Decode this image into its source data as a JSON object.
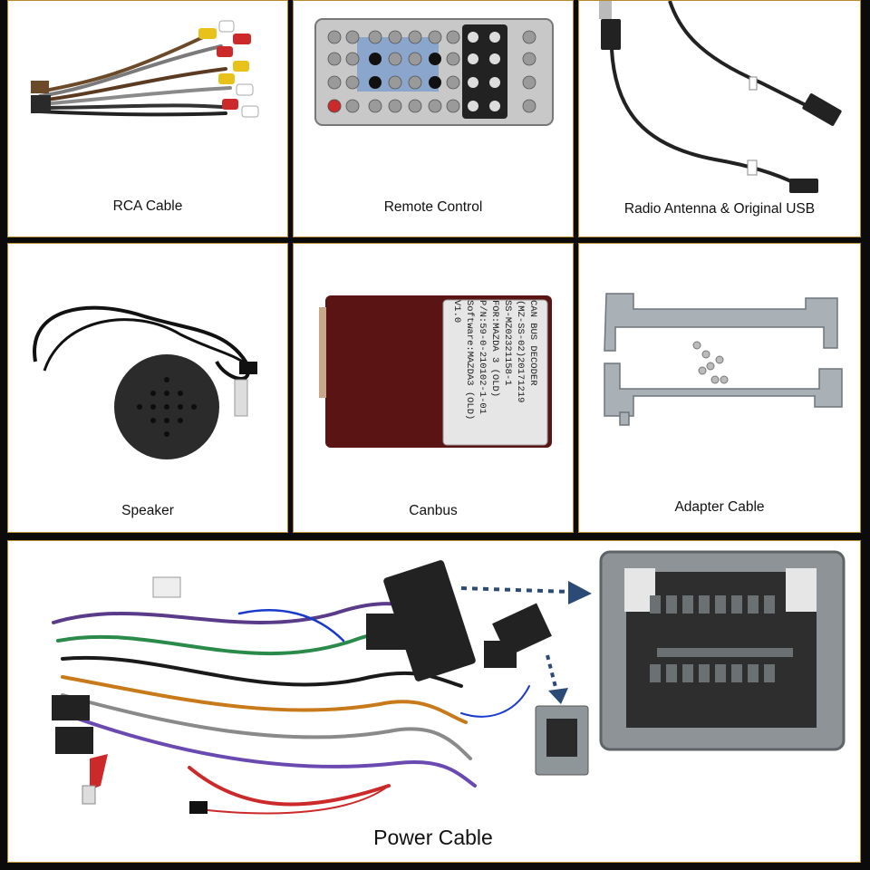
{
  "items": [
    {
      "label": "RCA Cable"
    },
    {
      "label": "Remote Control"
    },
    {
      "label": "Radio Antenna & Original USB"
    },
    {
      "label": "Speaker"
    },
    {
      "label": "Canbus"
    },
    {
      "label": "Adapter Cable"
    }
  ],
  "power": {
    "label": "Power Cable"
  },
  "canbus_box": {
    "lines": [
      "CAN BUS DECODER",
      "(MZ-SS-02)20171219",
      "SS-MZ02321158-1",
      "FOR:MAZDA 3 (OLD)",
      "P/N:59-0-210102-1-01",
      "Software:MAZDA3 (OLD) V1.0"
    ]
  },
  "colors": {
    "background": "#0b0b0b",
    "panel": "#ffffff",
    "border": "#b88a2e"
  }
}
